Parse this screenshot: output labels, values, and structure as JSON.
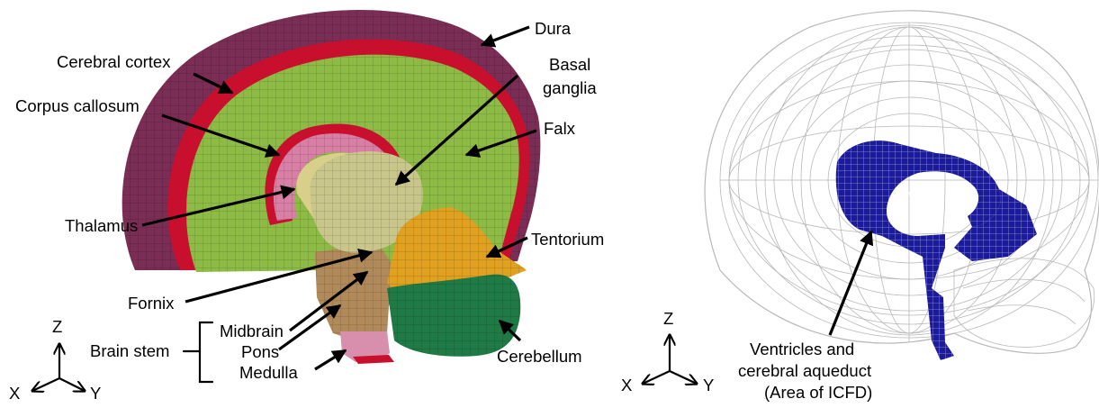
{
  "left_panel": {
    "labels": {
      "dura": "Dura",
      "cerebral_cortex": "Cerebral cortex",
      "basal_ganglia_1": "Basal",
      "basal_ganglia_2": "ganglia",
      "corpus_callosum": "Corpus callosum",
      "falx": "Falx",
      "thalamus": "Thalamus",
      "tentorium": "Tentorium",
      "fornix": "Fornix",
      "midbrain": "Midbrain",
      "brain_stem": "Brain stem",
      "pons": "Pons",
      "medulla": "Medulla",
      "cerebellum": "Cerebellum"
    },
    "axes": {
      "z": "Z",
      "x": "X",
      "y": "Y"
    }
  },
  "right_panel": {
    "caption": [
      "Ventricles and",
      "cerebral aqueduct",
      "(Area of ICFD)"
    ],
    "axes": {
      "z": "Z",
      "x": "X",
      "y": "Y"
    }
  },
  "colors": {
    "dura": "#7a2d55",
    "cerebral_cortex": "#c8102e",
    "falx": "#8dbb45",
    "corpus_callosum": "#d87fa6",
    "thalamus": "#c9c68c",
    "tentorium": "#e0a020",
    "cerebellum": "#1f7a45",
    "brain_stem": "#b08a5a",
    "ventricles": "#1a1a9a",
    "wireframe": "#b8b8b8"
  }
}
